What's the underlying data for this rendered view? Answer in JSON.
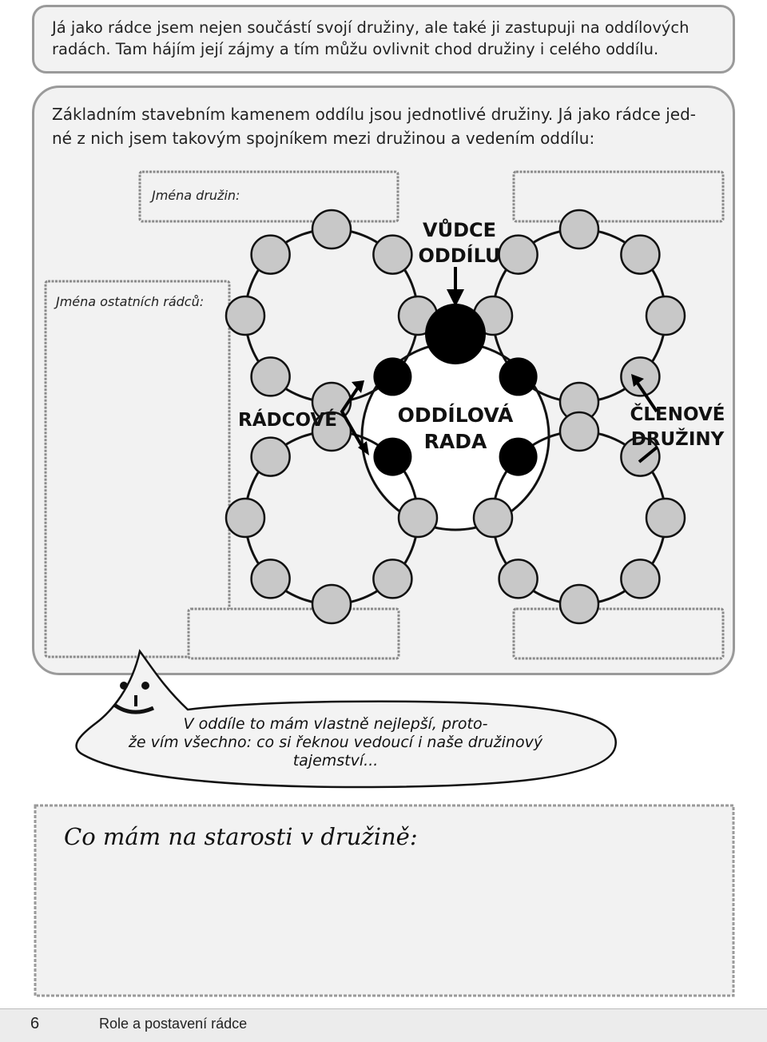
{
  "intro": {
    "text": "Já jako rádce jsem nejen součástí svojí družiny, ale také ji zastupuji na oddílových radách. Tam hájím její zájmy a tím můžu ovlivnit chod družiny i celého oddílu."
  },
  "main": {
    "text_line1": "Základním stavebním kamenem oddílu jsou jednotlivé družiny. Já jako rádce jed-",
    "text_line2": "né z nich jsem takovým spojníkem mezi družinou a vedením oddílu:",
    "label_patrol_names": "Jména družin:",
    "label_other_leaders": "Jména ostatních rádců:",
    "diagram_labels": {
      "leader_line1": "VŮDCE",
      "leader_line2": "ODDÍLU",
      "leaders": "RÁDCOVÉ",
      "council_line1": "ODDÍLOVÁ",
      "council_line2": "RADA",
      "members_line1": "ČLENOVÉ",
      "members_line2": "DRUŽINY"
    }
  },
  "speech": {
    "line1": "V oddíle to mám vlastně nejlepší, proto-",
    "line2": "že vím všechno: co si řeknou vedoucí i naše družinový",
    "line3": "tajemství..."
  },
  "bottom": {
    "title": "Co mám na starosti v družině:"
  },
  "footer": {
    "page_number": "6",
    "section": "Role a postavení rádce"
  },
  "colors": {
    "box_fill": "#f2f2f2",
    "box_border": "#9a9a9a",
    "member_circle": "#c8c8c8",
    "leader_circle": "#000000"
  }
}
